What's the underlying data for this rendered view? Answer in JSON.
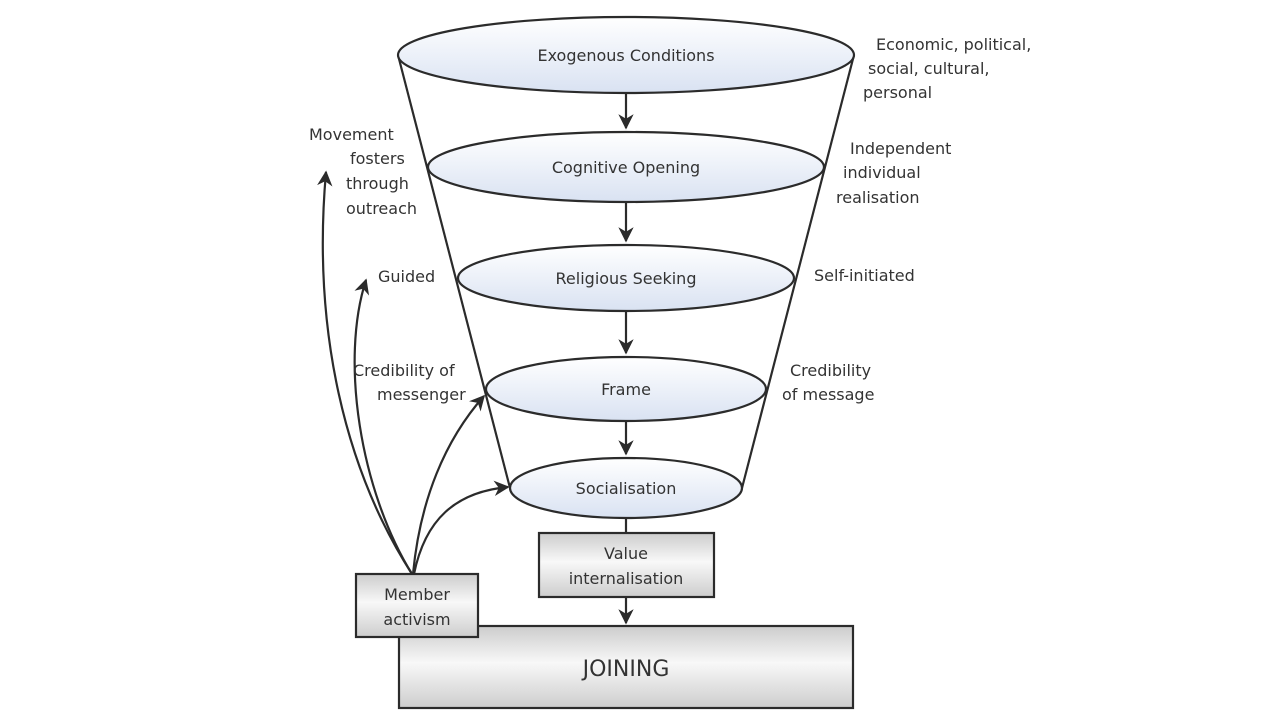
{
  "stages": [
    {
      "id": "exogenous",
      "label": "Exogenous Conditions"
    },
    {
      "id": "cognitive",
      "label": "Cognitive Opening"
    },
    {
      "id": "religious",
      "label": "Religious Seeking"
    },
    {
      "id": "frame",
      "label": "Frame"
    },
    {
      "id": "socialisation",
      "label": "Socialisation"
    }
  ],
  "right_annotations": [
    {
      "lines": [
        "Economic, political,",
        "social, cultural,",
        "personal"
      ]
    },
    {
      "lines": [
        "Independent",
        "individual",
        "realisation"
      ]
    },
    {
      "lines": [
        "Self-initiated"
      ]
    },
    {
      "lines": [
        "Credibility",
        "of message"
      ]
    }
  ],
  "left_annotations": [
    {
      "lines": [
        "Movement",
        "fosters",
        "through",
        "outreach"
      ]
    },
    {
      "lines": [
        "Guided"
      ]
    },
    {
      "lines": [
        "Credibility of",
        "messenger"
      ]
    }
  ],
  "boxes": {
    "value_internalisation": [
      "Value",
      "internalisation"
    ],
    "member_activism": [
      "Member",
      "activism"
    ],
    "joining": "JOINING"
  },
  "colors": {
    "stroke": "#2b2b2b",
    "ellipse_fill_top": "#ffffff",
    "ellipse_fill_bottom": "#dbe4f3",
    "box_fill_light": "#f7f7f7",
    "box_fill_dark": "#cfcfcf"
  }
}
